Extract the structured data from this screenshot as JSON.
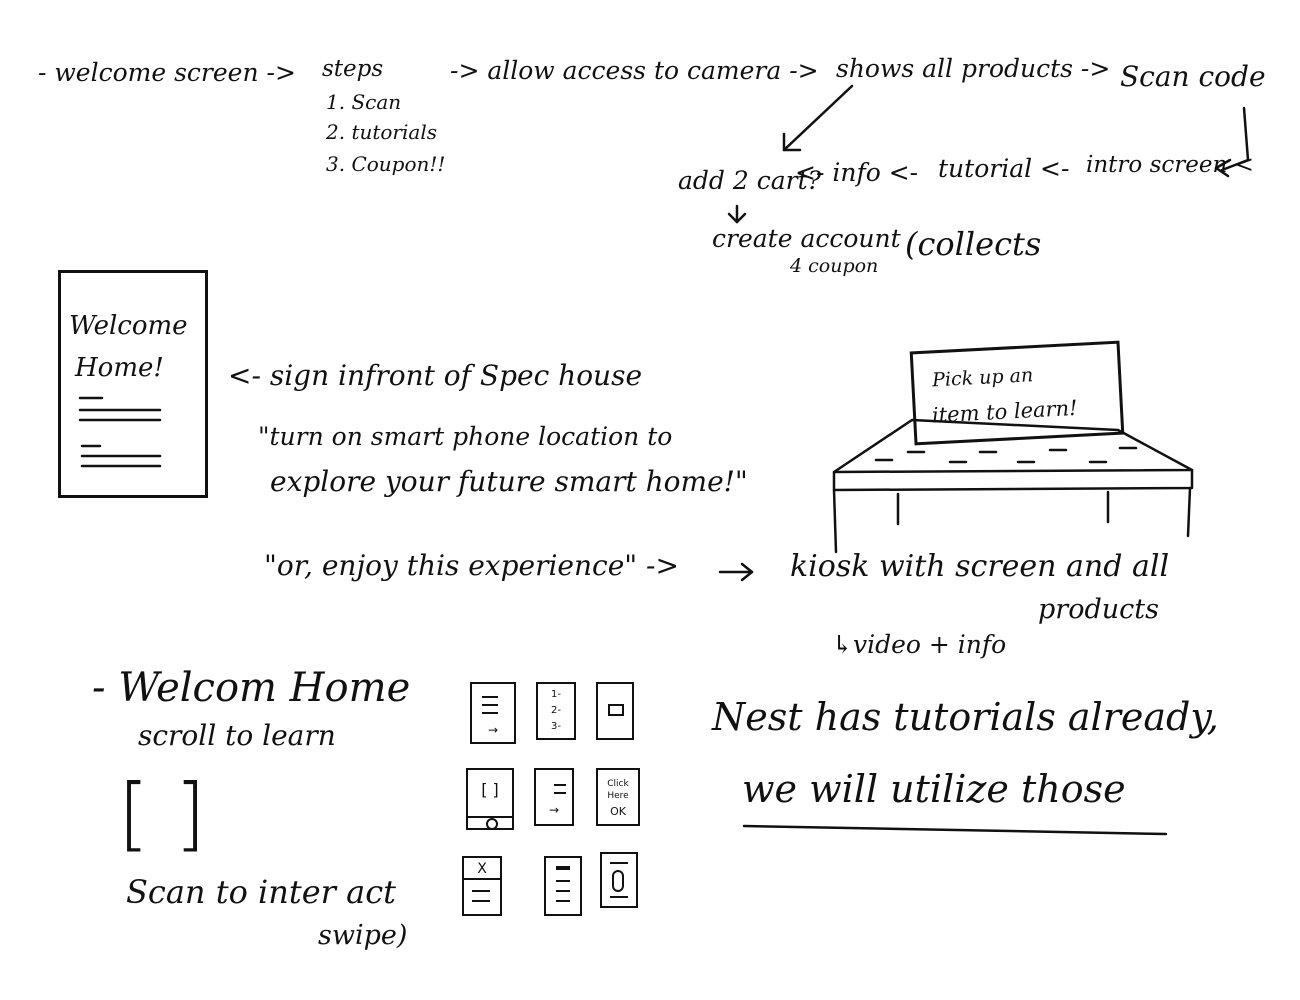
{
  "flow": {
    "welcome": "- welcome screen ->",
    "steps_title": "steps",
    "step1": "1. Scan",
    "step2": "2. tutorials",
    "step3": "3. Coupon!!",
    "allow": "-> allow access to camera ->",
    "shows": "shows all products ->",
    "scan_code": "Scan code",
    "add_cart": "add 2 cart?",
    "info": "<- info <-",
    "tutorial": "tutorial <-",
    "intro": "intro screen <",
    "create": "create account",
    "coupon": "4 coupon",
    "collects": "(collects"
  },
  "sign": {
    "title1": "Welcome",
    "title2": "Home!",
    "caption": "<- sign infront of Spec house",
    "quote1": "\"turn on smart phone location to",
    "quote2": "explore your future smart home!\"",
    "quote3": "\"or, enjoy this experience\" ->",
    "kiosk": "kiosk with screen and all",
    "products": "products",
    "video": "↳video + info"
  },
  "kiosk": {
    "screen1": "Pick up an",
    "screen2": "item to learn!"
  },
  "lower": {
    "welcom": "- Welcom Home",
    "scroll": "scroll to learn",
    "bracket": "[  ]",
    "scan": "Scan to inter act",
    "swipe": "swipe)",
    "nest1": "Nest has tutorials already,",
    "nest2": "we will utilize those"
  },
  "mini": {
    "steps": [
      "1-",
      "2-",
      "3-"
    ],
    "click": [
      "Click",
      "Here",
      "OK"
    ],
    "x": "X"
  }
}
